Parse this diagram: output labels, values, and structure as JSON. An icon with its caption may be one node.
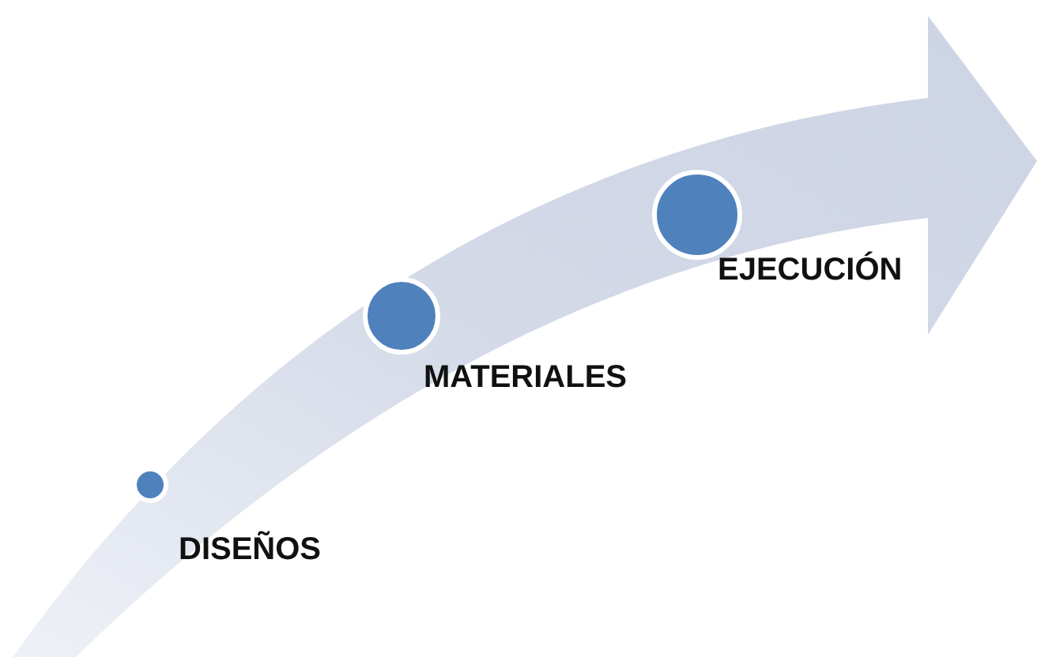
{
  "diagram": {
    "nodes": [
      {
        "text": [
          "DISEÑOS"
        ]
      },
      {
        "text": [
          "MATERIALES"
        ]
      },
      {
        "text": [
          "EJECUCIÓN"
        ]
      }
    ]
  }
}
